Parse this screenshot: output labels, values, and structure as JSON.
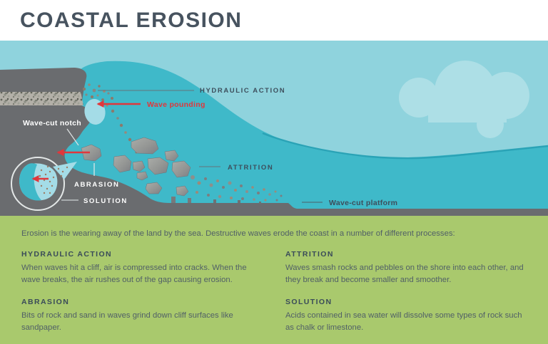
{
  "header": {
    "title": "COASTAL EROSION"
  },
  "diagram": {
    "labels": {
      "hydraulic_action": "HYDRAULIC ACTION",
      "wave_pounding": "Wave pounding",
      "wave_cut_notch": "Wave-cut notch",
      "attrition": "ATTRITION",
      "abrasion": "ABRASION",
      "solution": "SOLUTION",
      "wave_cut_platform": "Wave-cut platform"
    },
    "colors": {
      "sky": "#8fd3dd",
      "cloud": "#addfe6",
      "sea": "#3fb9c9",
      "sea_edge": "#2aa3b6",
      "splash": "#a4dce7",
      "cliff": "#6a6c6f",
      "rock_band": "#b3b0a8",
      "label_dark": "#3d4e5c",
      "label_light": "#ffffff",
      "arrow_red": "#e0373c",
      "info_background": "#a9c96d"
    }
  },
  "info": {
    "intro": "Erosion is the wearing away of the land by the sea. Destructive waves erode the coast in a number of different processes:",
    "sections": [
      {
        "heading": "HYDRAULIC ACTION",
        "body": "When waves hit a cliff, air is compressed into cracks. When the wave breaks, the air rushes out of the gap causing erosion."
      },
      {
        "heading": "ATTRITION",
        "body": "Waves smash rocks and pebbles on the shore into each other, and they break and become smaller and smoother."
      },
      {
        "heading": "ABRASION",
        "body": "Bits of rock and sand in waves grind down cliff surfaces like sandpaper."
      },
      {
        "heading": "SOLUTION",
        "body": "Acids contained in sea water will dissolve some types of rock such as chalk or limestone."
      }
    ]
  }
}
